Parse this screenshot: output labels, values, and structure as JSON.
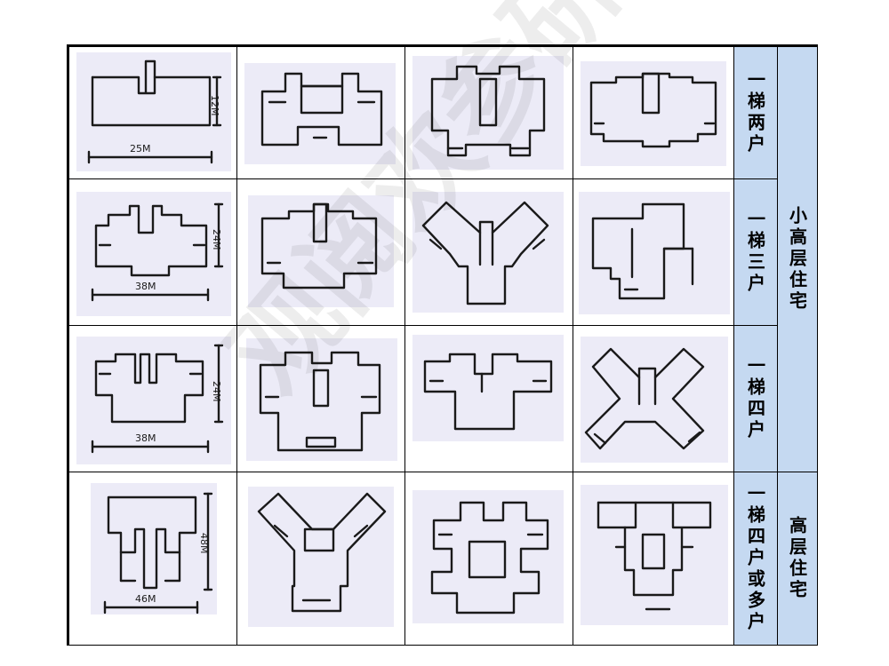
{
  "labels": {
    "row1": "一梯两户",
    "row2": "一梯三户",
    "row3": "一梯四户",
    "row4": "一梯四户或多户",
    "group_small_high": "小高层住宅",
    "group_high": "高层住宅"
  },
  "dimensions": {
    "r1_width": "25M",
    "r1_depth": "12M",
    "r2_width": "38M",
    "r2_depth": "24M",
    "r3_width": "38M",
    "r3_depth": "24M",
    "r4_width": "46M",
    "r4_depth": "48M"
  },
  "watermark": "观阅欢参研",
  "colors": {
    "label_bg": "#c5d9f1",
    "sketch_bg": "#ecebf7",
    "ink": "#1a1a1a"
  }
}
